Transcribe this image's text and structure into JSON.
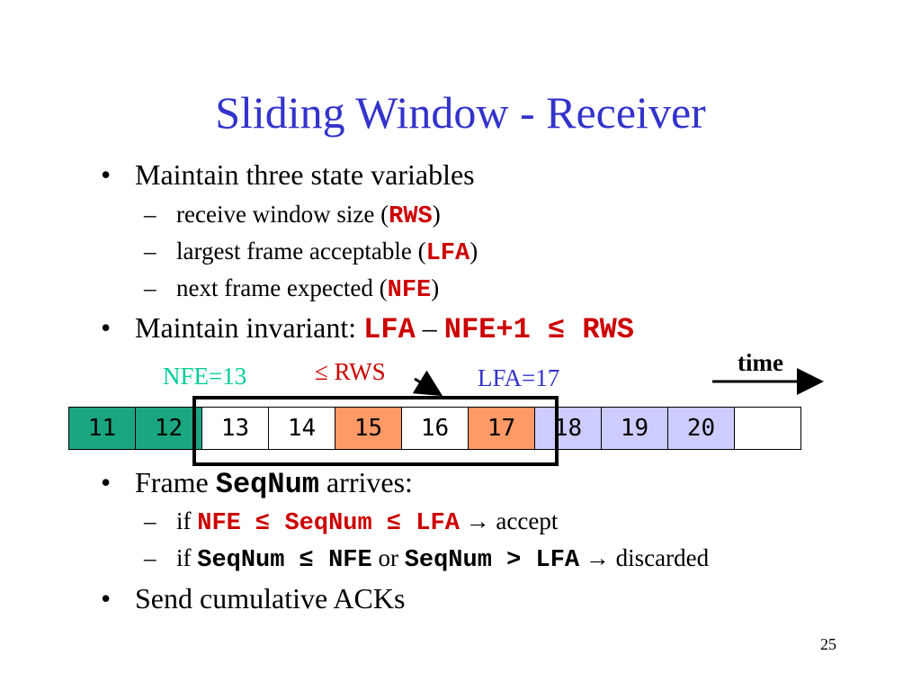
{
  "title": "Sliding Window - Receiver",
  "bullet1": {
    "marker": "•",
    "text": "Maintain three state variables",
    "subs": [
      {
        "dash": "–",
        "text": "receive window size (",
        "code": "RWS",
        "close": ")"
      },
      {
        "dash": "–",
        "text": "largest frame acceptable (",
        "code": "LFA",
        "close": ")"
      },
      {
        "dash": "–",
        "text": "next frame expected (",
        "code": "NFE",
        "close": ")"
      }
    ]
  },
  "bullet2": {
    "marker": "•",
    "text": "Maintain invariant: ",
    "c1": "LFA",
    "op1": " – ",
    "c2": "NFE+1",
    "op2": " ≤ ",
    "c3": "RWS"
  },
  "diagram": {
    "nfe_label": "NFE=13",
    "rws_label": "≤ RWS",
    "lfa_label": "LFA=17",
    "time_label": "time",
    "frames": [
      {
        "num": "11",
        "color": "#1aa67f"
      },
      {
        "num": "12",
        "color": "#1aa67f"
      },
      {
        "num": "13",
        "color": "#ffffff"
      },
      {
        "num": "14",
        "color": "#ffffff"
      },
      {
        "num": "15",
        "color": "#ff9966"
      },
      {
        "num": "16",
        "color": "#ffffff"
      },
      {
        "num": "17",
        "color": "#ff9966"
      },
      {
        "num": "18",
        "color": "#ccccff"
      },
      {
        "num": "19",
        "color": "#ccccff"
      },
      {
        "num": "20",
        "color": "#ccccff"
      },
      {
        "num": "",
        "color": "#ffffff"
      }
    ],
    "colors": {
      "nfe": "#00cc99",
      "rws": "#cc0000",
      "lfa": "#3333cc"
    }
  },
  "bullet3": {
    "marker": "•",
    "text1": "Frame ",
    "code": "SeqNum",
    "text2": " arrives:",
    "subs": [
      {
        "dash": "–",
        "if": "if ",
        "c1": "NFE",
        "op1": " ≤ ",
        "c2": "SeqNum",
        "op2": " ≤ ",
        "c3": "LFA",
        "arrow": " → ",
        "result": "accept"
      },
      {
        "dash": "–",
        "if": "if ",
        "c1": "SeqNum",
        "op1": " ≤ ",
        "c2": "NFE",
        "mid": " or ",
        "c3": "SeqNum",
        "op2": " > ",
        "c4": "LFA",
        "arrow": " → ",
        "result": "discarded"
      }
    ]
  },
  "bullet4": {
    "marker": "•",
    "text": "Send cumulative ACKs"
  },
  "page_number": "25"
}
